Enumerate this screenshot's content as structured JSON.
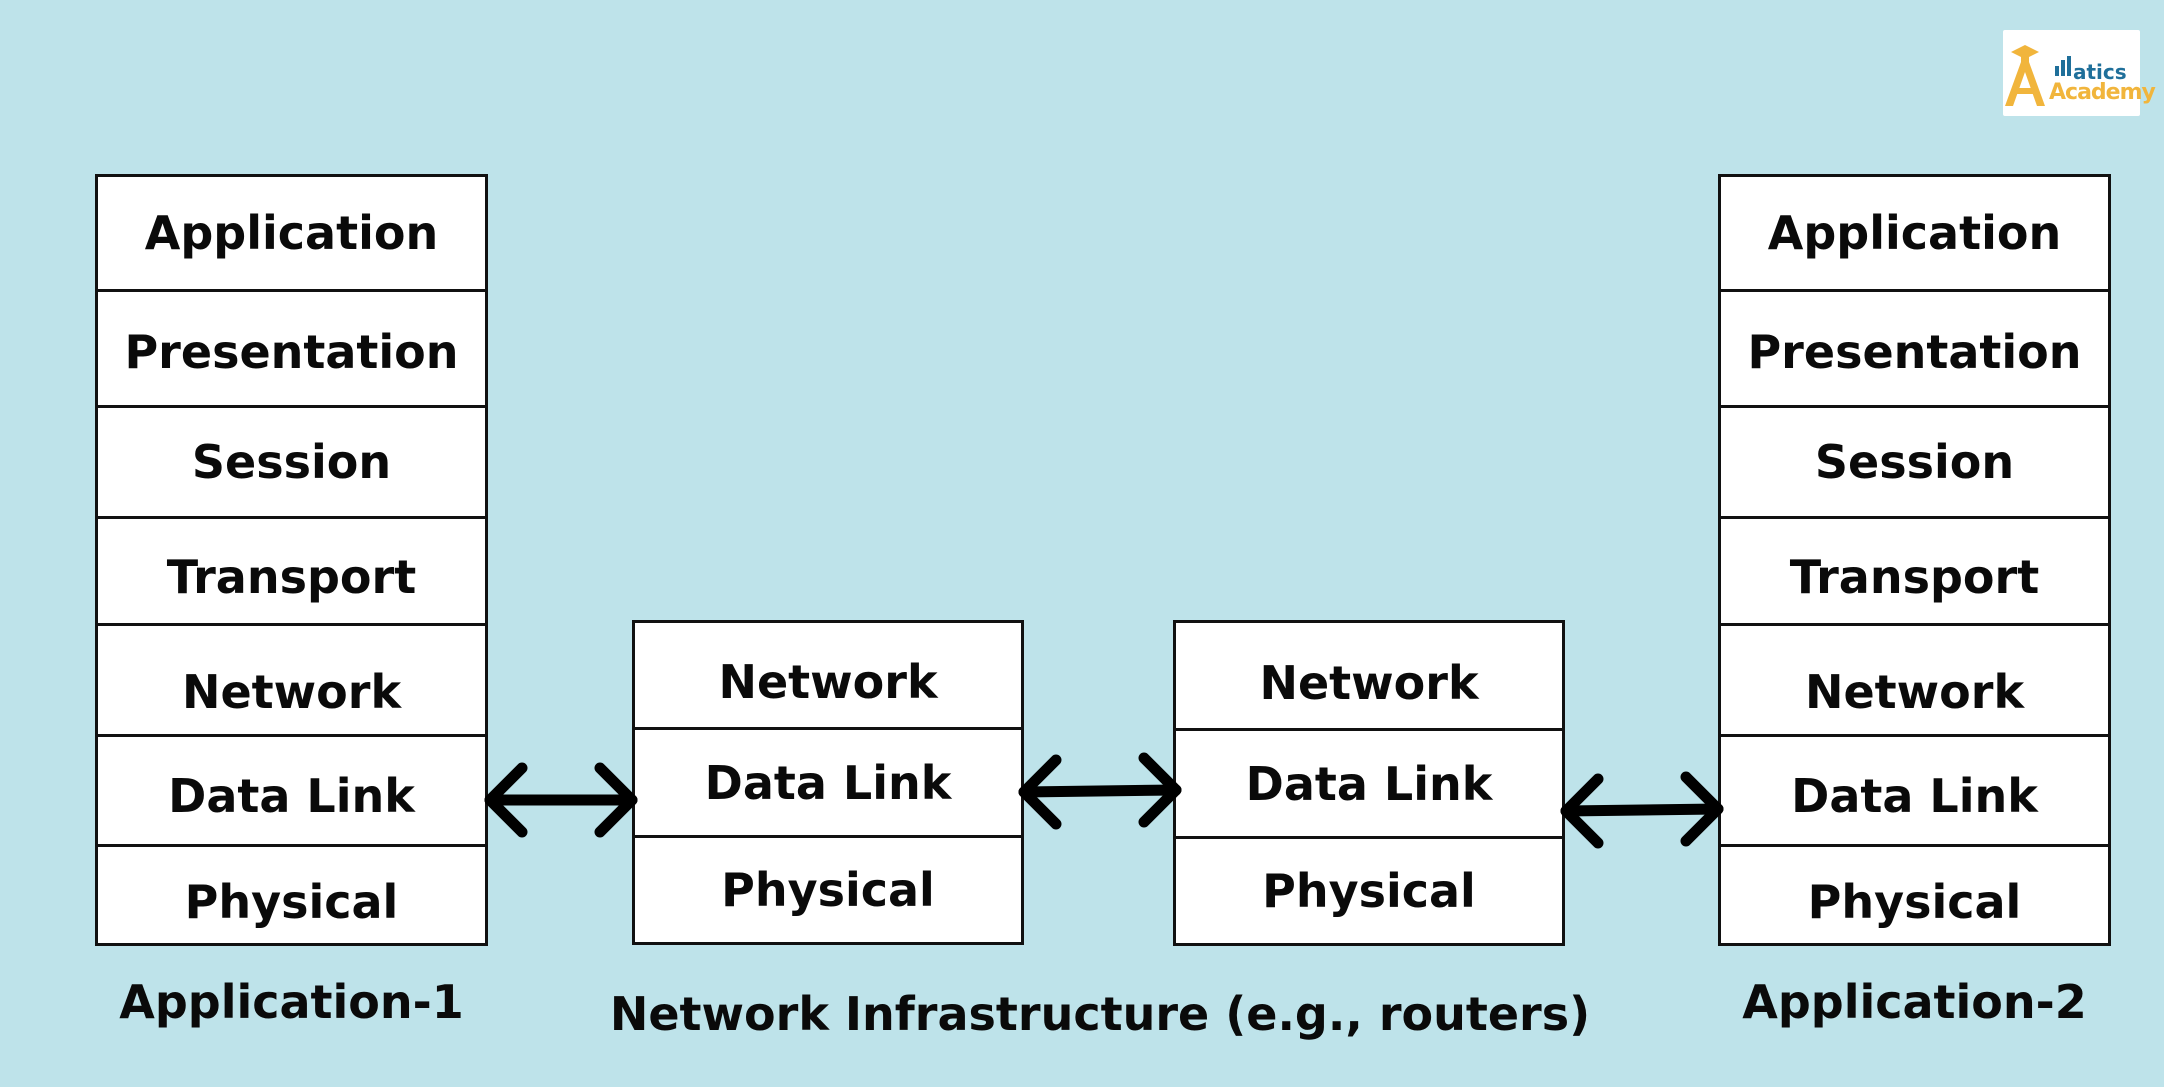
{
  "diagram": {
    "stack_left": {
      "layers": [
        "Application",
        "Presentation",
        "Session",
        "Transport",
        "Network",
        "Data Link",
        "Physical"
      ],
      "caption": "Application-1"
    },
    "router_1": {
      "layers": [
        "Network",
        "Data Link",
        "Physical"
      ]
    },
    "router_2": {
      "layers": [
        "Network",
        "Data Link",
        "Physical"
      ]
    },
    "stack_right": {
      "layers": [
        "Application",
        "Presentation",
        "Session",
        "Transport",
        "Network",
        "Data Link",
        "Physical"
      ],
      "caption": "Application-2"
    },
    "infra_caption": "Network Infrastructure (e.g., routers)",
    "arrows": [
      {
        "from": "stack_left.data_link",
        "to": "router_1.data_link",
        "style": "bidirectional"
      },
      {
        "from": "router_1.data_link",
        "to": "router_2.data_link",
        "style": "bidirectional"
      },
      {
        "from": "router_2.data_link",
        "to": "stack_right.data_link",
        "style": "bidirectional"
      }
    ]
  },
  "logo": {
    "text_top": "atics",
    "text_bottom": "Academy",
    "letter": "A",
    "colors": {
      "letter": "#f1b53c",
      "top_text": "#1f6f9a",
      "bottom_text": "#f1b53c",
      "bars": "#1f6f9a",
      "cap": "#f1b53c"
    },
    "icons": [
      "graduation-cap-icon",
      "bar-chart-icon"
    ]
  },
  "colors": {
    "background": "#bee3ea",
    "box_fill": "#ffffff",
    "stroke": "#111111",
    "text": "#0a0a0a"
  }
}
